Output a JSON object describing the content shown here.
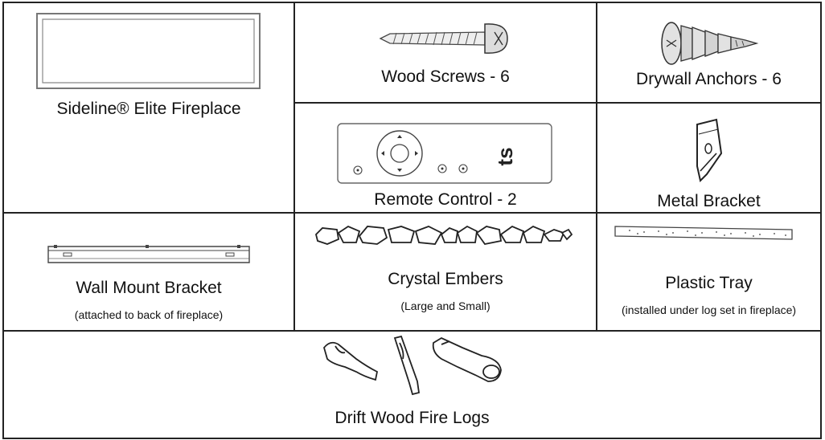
{
  "parts": {
    "fireplace": {
      "label": "Sideline® Elite Fireplace"
    },
    "wood_screws": {
      "label": "Wood Screws - 6"
    },
    "drywall_anchors": {
      "label": "Drywall Anchors - 6"
    },
    "remote_control": {
      "label": "Remote Control - 2",
      "logo": "ts"
    },
    "metal_bracket": {
      "label": "Metal Bracket"
    },
    "wall_mount_bracket": {
      "label": "Wall Mount Bracket",
      "note": "(attached to back of fireplace)"
    },
    "crystal_embers": {
      "label": "Crystal Embers",
      "note": "(Large and Small)"
    },
    "plastic_tray": {
      "label": "Plastic Tray",
      "note": "(installed under log set in fireplace)"
    },
    "drift_wood_logs": {
      "label": "Drift Wood Fire Logs"
    }
  }
}
